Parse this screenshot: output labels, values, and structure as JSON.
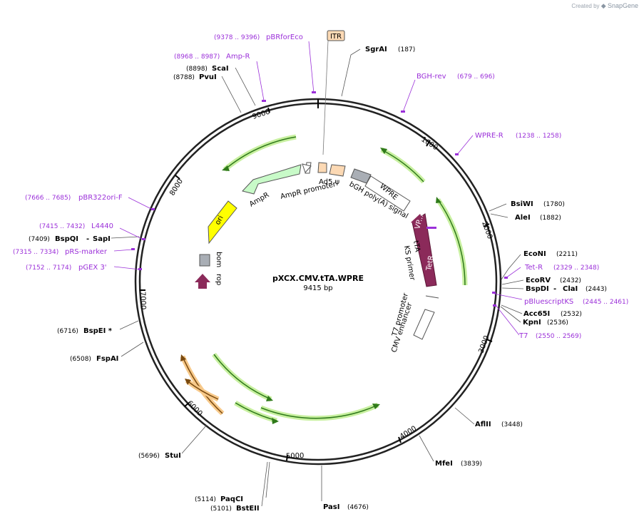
{
  "attribution": {
    "created_by": "Created by",
    "brand": "SnapGene"
  },
  "plasmid": {
    "name": "pXCX.CMV.tTA.WPRE",
    "size": "9415 bp"
  },
  "ticks": [
    "1000",
    "2000",
    "3000",
    "4000",
    "5000",
    "6000",
    "7000",
    "8000",
    "9000"
  ],
  "enzymes": [
    {
      "name": "SgrAI",
      "pos": "(187)"
    },
    {
      "name": "BsiWI",
      "pos": "(1780)"
    },
    {
      "name": "AleI",
      "pos": "(1882)"
    },
    {
      "name": "EcoNI",
      "pos": "(2211)"
    },
    {
      "name": "EcoRV",
      "pos": "(2432)"
    },
    {
      "name": "BspDI",
      "pos": "(2443)"
    },
    {
      "name": "ClaI",
      "pos": ""
    },
    {
      "name": "Acc65I",
      "pos": "(2532)"
    },
    {
      "name": "KpnI",
      "pos": "(2536)"
    },
    {
      "name": "AflII",
      "pos": "(3448)"
    },
    {
      "name": "MfeI",
      "pos": "(3839)"
    },
    {
      "name": "PasI",
      "pos": "(4676)"
    },
    {
      "name": "PaqCI",
      "pos": "(5114)"
    },
    {
      "name": "BstEII",
      "pos": "(5101)"
    },
    {
      "name": "StuI",
      "pos": "(5696)"
    },
    {
      "name": "FspAI",
      "pos": "(6508)"
    },
    {
      "name": "BspEI *",
      "pos": "(6716)"
    },
    {
      "name": "BspQI",
      "pos": "(7409)"
    },
    {
      "name": "SapI",
      "pos": ""
    },
    {
      "name": "PvuI",
      "pos": "(8788)"
    },
    {
      "name": "ScaI",
      "pos": "(8898)"
    }
  ],
  "primers": [
    {
      "name": "pBRforEco",
      "pos": "(9378 .. 9396)"
    },
    {
      "name": "Amp-R",
      "pos": "(8968 .. 8987)"
    },
    {
      "name": "BGH-rev",
      "pos": "(679 .. 696)"
    },
    {
      "name": "WPRE-R",
      "pos": "(1238 .. 1258)"
    },
    {
      "name": "Tet-R",
      "pos": "(2329 .. 2348)"
    },
    {
      "name": "pBluescriptKS",
      "pos": "(2445 .. 2461)"
    },
    {
      "name": "T7",
      "pos": "(2550 .. 2569)"
    },
    {
      "name": "pBR322ori-F",
      "pos": "(7666 .. 7685)"
    },
    {
      "name": "L4440",
      "pos": "(7415 .. 7432)"
    },
    {
      "name": "pRS-marker",
      "pos": "(7315 .. 7334)"
    },
    {
      "name": "pGEX 3'",
      "pos": "(7152 .. 7174)"
    }
  ],
  "features": {
    "itr": "ITR",
    "ad5": "Ad5 ψ",
    "bgh": "bGH poly(A) signal",
    "wpre": "WPRE",
    "vp": "VP...",
    "tetr": "TetR",
    "tta": "tTA",
    "ks": "KS primer",
    "t7p": "T7 promoter",
    "cmv": "CMV enhancer",
    "ampr_prom": "AmpR promoter",
    "ampr": "AmpR",
    "ori": "ori",
    "bom": "bom",
    "rop": "rop"
  },
  "colors": {
    "primer": "#9b30d9",
    "orf": "#c8f0a0",
    "orf_dark": "#2f7a1a",
    "orf_orange": "#f7c98a",
    "tetr": "#8b2a5a",
    "ori": "#ffff00",
    "ampr": "#c8fac8",
    "itr": "#fcd9b4",
    "gray": "#a9aeb5"
  }
}
